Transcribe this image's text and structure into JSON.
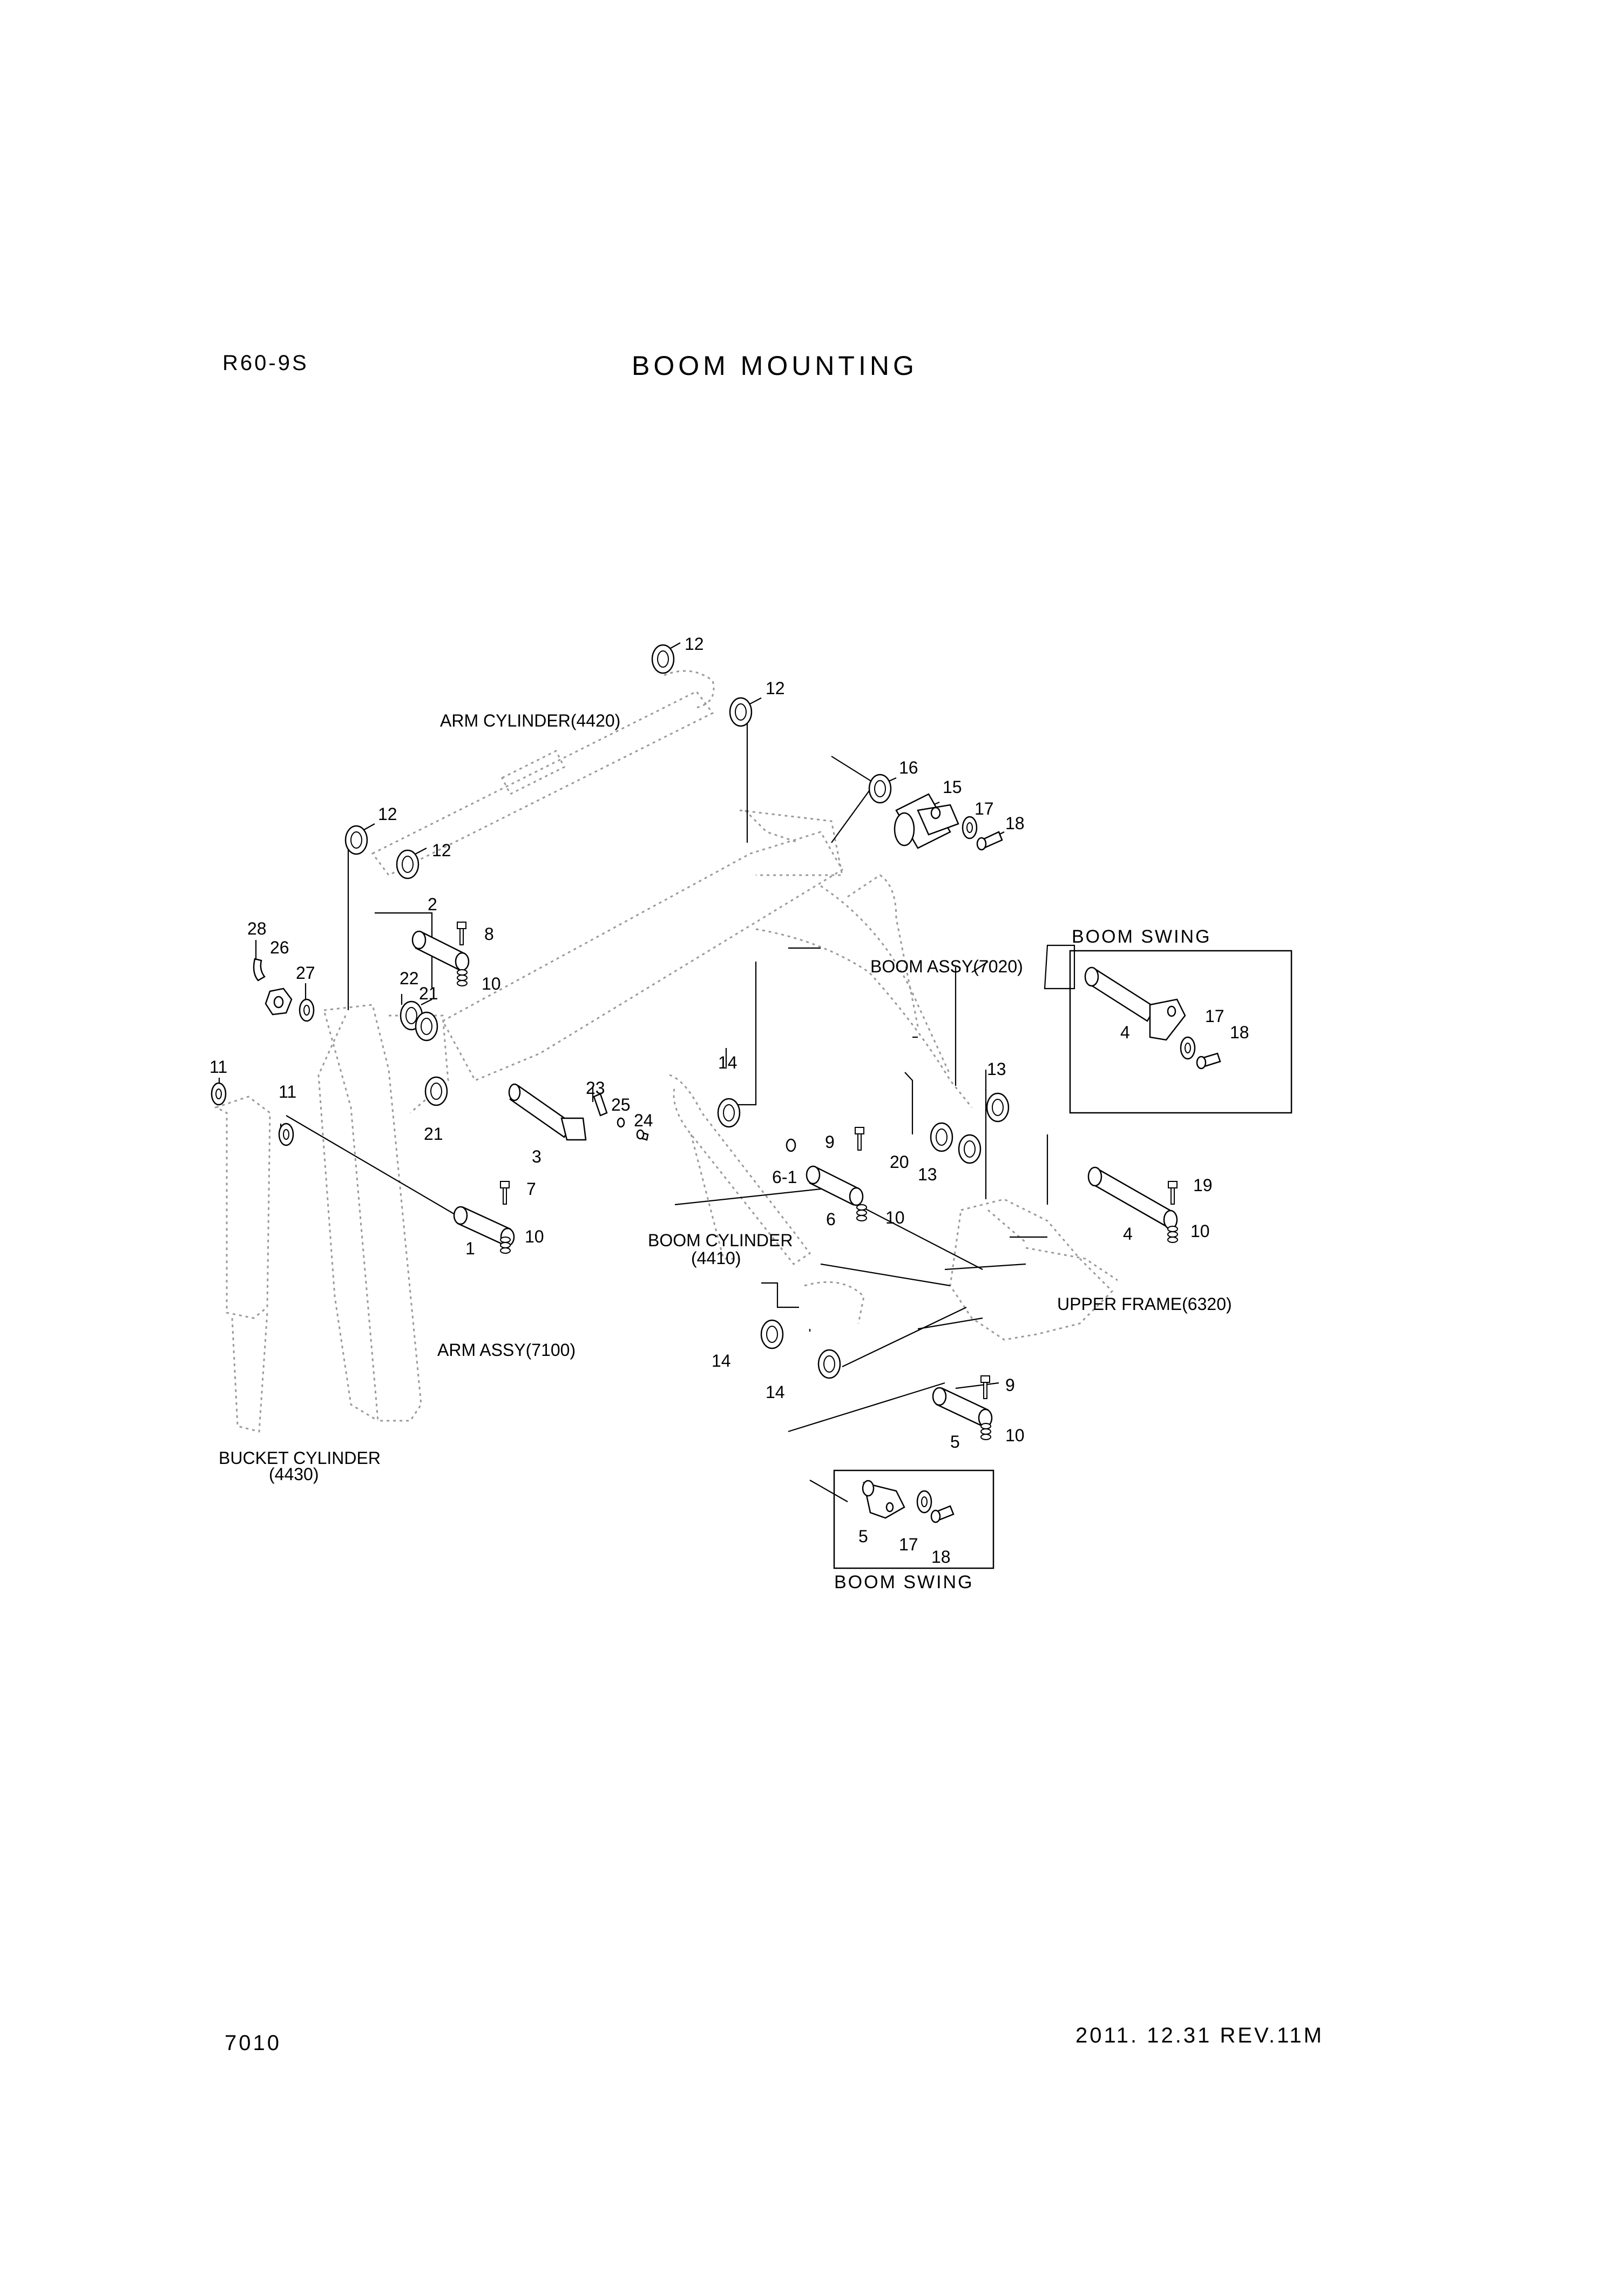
{
  "header": {
    "model": "R60-9S",
    "title": "BOOM MOUNTING"
  },
  "footer": {
    "page_number": "7010",
    "revision": "2011. 12.31 REV.11M"
  },
  "assemblies": {
    "arm_cylinder": "ARM CYLINDER(4420)",
    "boom_assy": "BOOM ASSY(7020)",
    "boom_cylinder_name": "BOOM CYLINDER",
    "boom_cylinder_code": "(4410)",
    "arm_assy": "ARM ASSY(7100)",
    "upper_frame": "UPPER FRAME(6320)",
    "bucket_cylinder_name": "BUCKET CYLINDER",
    "bucket_cylinder_code": "(4430)",
    "boom_swing_top": "BOOM SWING",
    "boom_swing_bottom": "BOOM SWING"
  },
  "callouts": {
    "c12a": "12",
    "c12b": "12",
    "c12c": "12",
    "c12d": "12",
    "c16": "16",
    "c15": "15",
    "c17a": "17",
    "c18a": "18",
    "c2": "2",
    "c8": "8",
    "c28": "28",
    "c26": "26",
    "c27": "27",
    "c22": "22",
    "c21a": "21",
    "c10a": "10",
    "c11a": "11",
    "c11b": "11",
    "c21b": "21",
    "c23": "23",
    "c25": "25",
    "c24": "24",
    "c3": "3",
    "c14a": "14",
    "c9a": "9",
    "c6-1": "6-1",
    "c6": "6",
    "c10b": "10",
    "c13a": "13",
    "c20": "20",
    "c13b": "13",
    "c7": "7",
    "c1": "1",
    "c10c": "10",
    "c4a": "4",
    "c17b": "17",
    "c18b": "18",
    "c19": "19",
    "c4b": "4",
    "c10d": "10",
    "c14b": "14",
    "c14c": "14",
    "c9b": "9",
    "c5a": "5",
    "c10e": "10",
    "c5b": "5",
    "c17c": "17",
    "c18c": "18"
  }
}
